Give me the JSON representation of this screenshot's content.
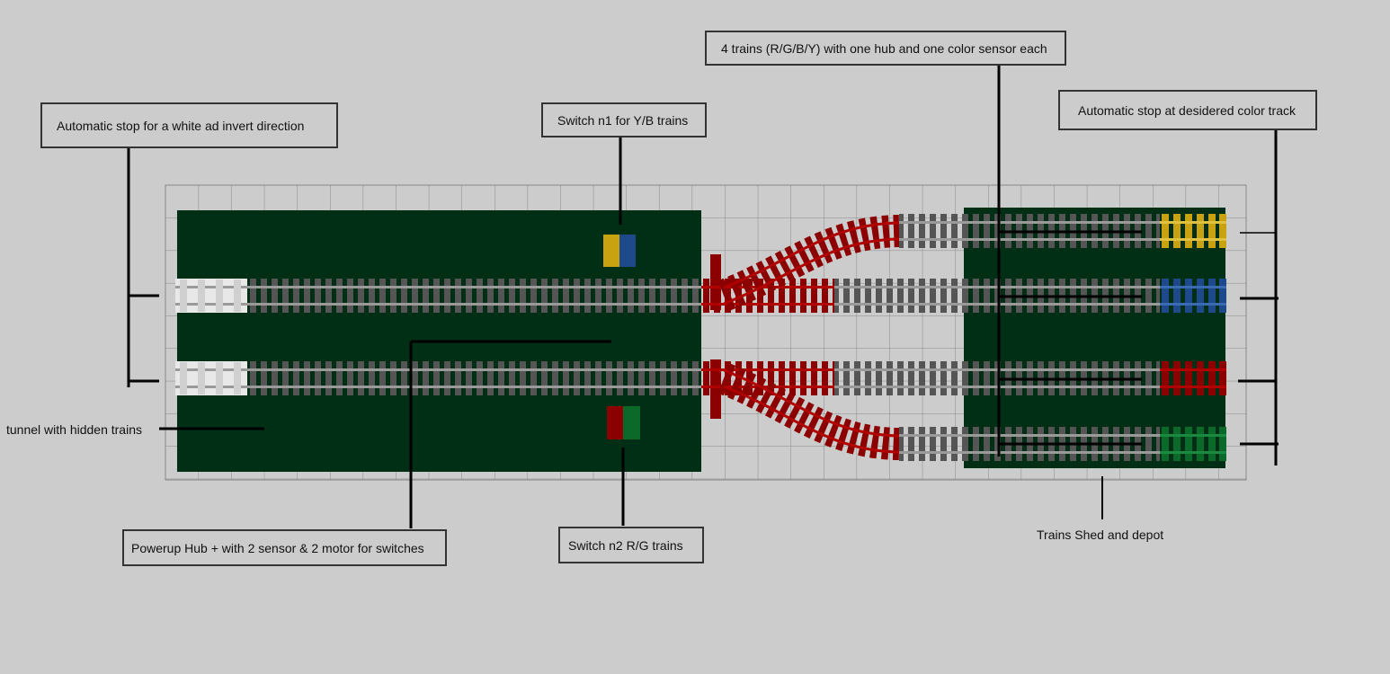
{
  "labels": {
    "trains": "4 trains (R/G/B/Y) with one hub and one  color sensor each",
    "white_stop": "Automatic stop for a white ad invert direction",
    "switch1": "Switch n1 for Y/B trains",
    "color_stop": "Automatic stop at desidered color track",
    "tunnel": "tunnel with hidden trains",
    "hub": "Powerup Hub + with 2 sensor & 2 motor for switches",
    "switch2": "Switch n2 R/G trains",
    "depot": "Trains Shed and depot"
  },
  "colors": {
    "background": "#cccccc",
    "grid": "#888888",
    "board": "#002f16",
    "rail_gray": "#5e5e5e",
    "rail_white": "#e8e8e8",
    "switch_red": "#8b0000",
    "yellow": "#c9a212",
    "blue": "#1e4a8c",
    "red": "#8b0000",
    "green": "#0b6a2a",
    "leader": "#000000"
  }
}
